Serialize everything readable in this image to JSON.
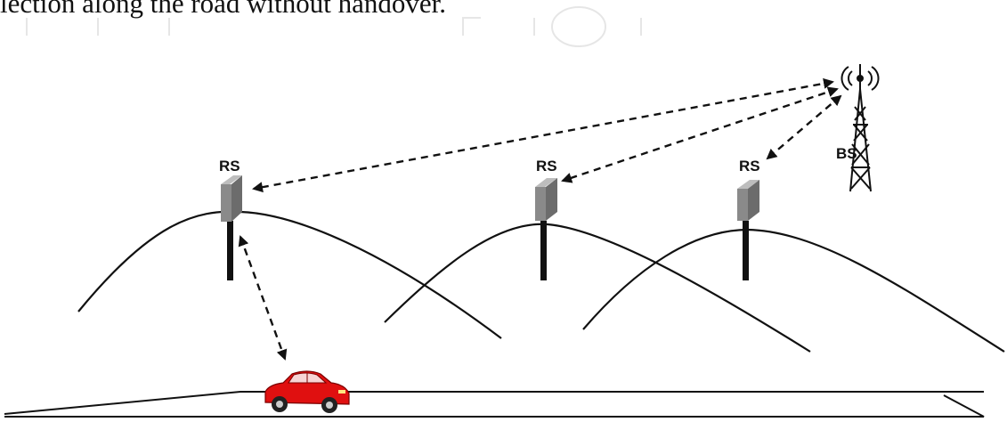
{
  "caption_fragment": "lection along the road without handover.",
  "labels": {
    "rs": "RS",
    "bs": "BS"
  },
  "colors": {
    "car_body": "#e01010",
    "pole": "#111111",
    "relay_box": "#8a8a8a",
    "line": "#111111",
    "watermark": "#e6e6e6"
  },
  "icons": {
    "base_station": "cell-tower-icon",
    "vehicle": "car-icon",
    "relay_station": "relay-station-icon"
  }
}
